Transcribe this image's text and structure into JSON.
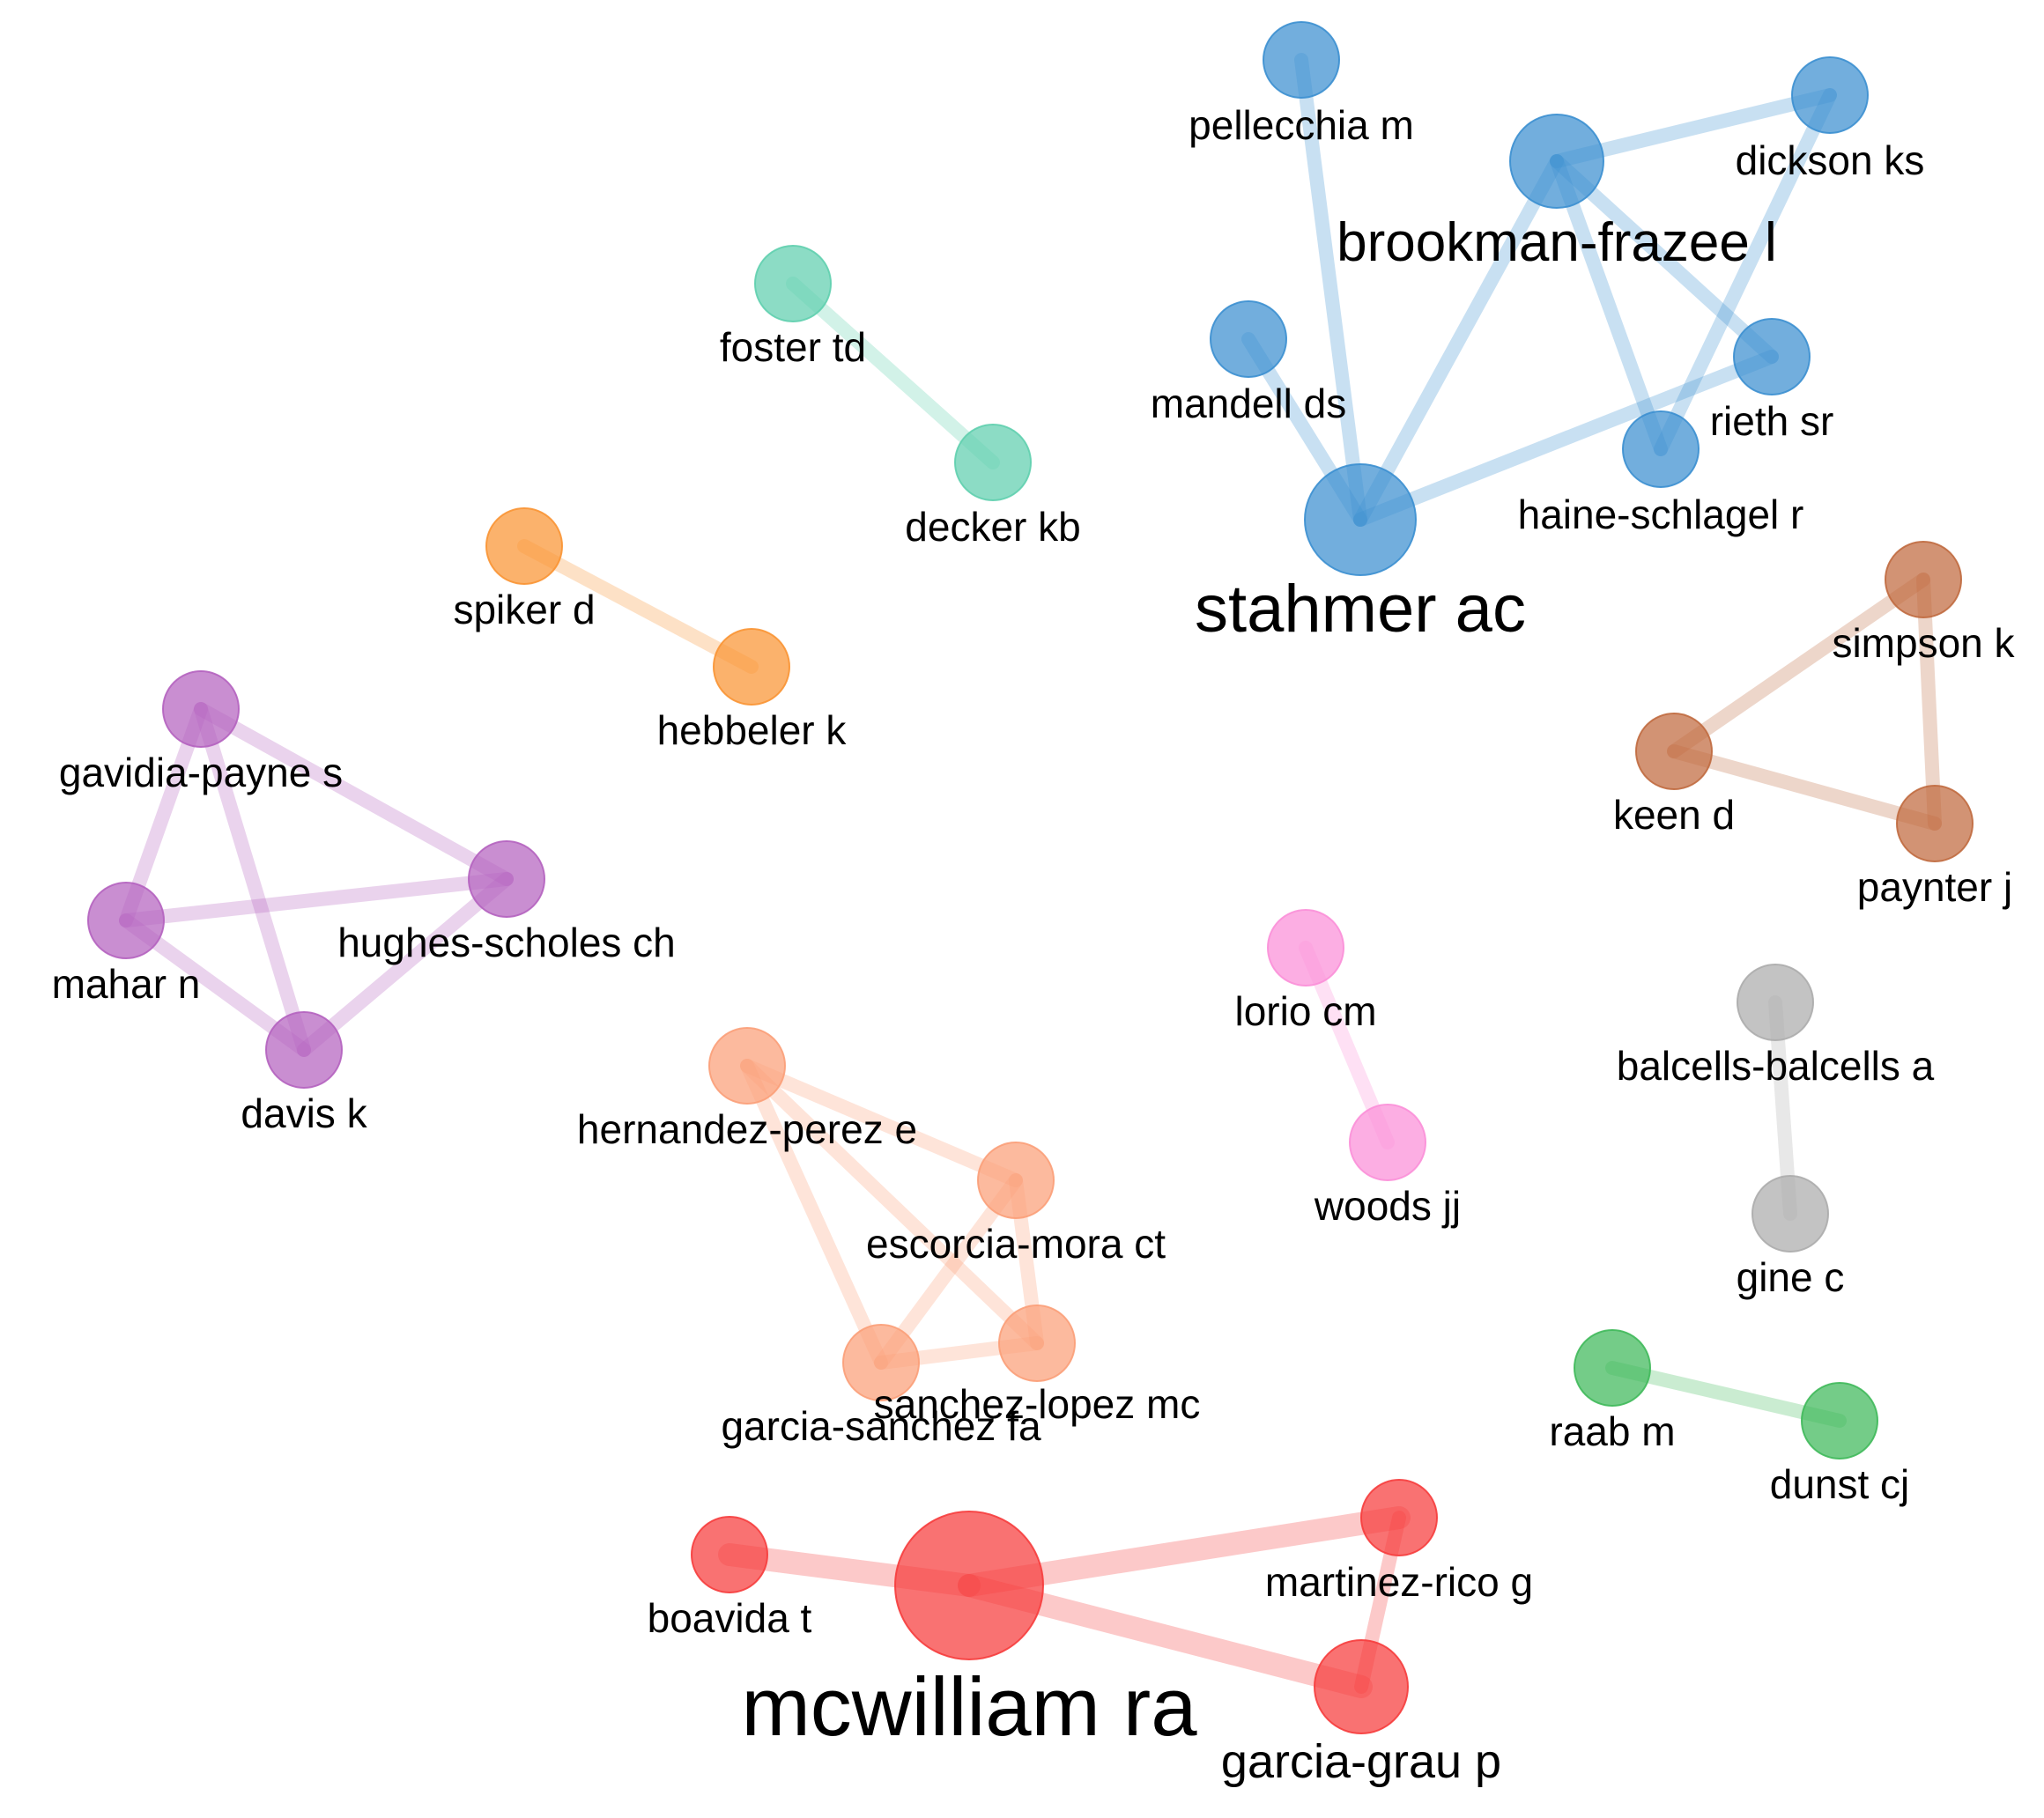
{
  "clusters": [
    {
      "name": "blue",
      "color": "#3b8fd0",
      "nodes": [
        {
          "id": "pellecchia",
          "label": "pellecchia m",
          "size": "small"
        },
        {
          "id": "brookman",
          "label": "brookman-frazee l",
          "size": "medium"
        },
        {
          "id": "dickson",
          "label": "dickson ks",
          "size": "small"
        },
        {
          "id": "mandell",
          "label": "mandell ds",
          "size": "small"
        },
        {
          "id": "rieth",
          "label": "rieth sr",
          "size": "small"
        },
        {
          "id": "haine",
          "label": "haine-schlagel r",
          "size": "small"
        },
        {
          "id": "stahmer",
          "label": "stahmer ac",
          "size": "large"
        }
      ],
      "edges": [
        [
          "pellecchia",
          "stahmer"
        ],
        [
          "mandell",
          "stahmer"
        ],
        [
          "brookman",
          "stahmer"
        ],
        [
          "brookman",
          "dickson"
        ],
        [
          "brookman",
          "rieth"
        ],
        [
          "brookman",
          "haine"
        ],
        [
          "dickson",
          "haine"
        ],
        [
          "stahmer",
          "rieth"
        ]
      ]
    },
    {
      "name": "teal",
      "color": "#5fcfae",
      "nodes": [
        {
          "id": "foster",
          "label": "foster td",
          "size": "small"
        },
        {
          "id": "decker",
          "label": "decker kb",
          "size": "small"
        }
      ],
      "edges": [
        [
          "foster",
          "decker"
        ]
      ]
    },
    {
      "name": "orange",
      "color": "#f99433",
      "nodes": [
        {
          "id": "spiker",
          "label": "spiker d",
          "size": "small"
        },
        {
          "id": "hebbeler",
          "label": "hebbeler k",
          "size": "small"
        }
      ],
      "edges": [
        [
          "spiker",
          "hebbeler"
        ]
      ]
    },
    {
      "name": "brown",
      "color": "#c06a3f",
      "nodes": [
        {
          "id": "simpson",
          "label": "simpson k",
          "size": "small"
        },
        {
          "id": "keen",
          "label": "keen d",
          "size": "small"
        },
        {
          "id": "paynter",
          "label": "paynter j",
          "size": "small"
        }
      ],
      "edges": [
        [
          "simpson",
          "keen"
        ],
        [
          "simpson",
          "paynter"
        ],
        [
          "keen",
          "paynter"
        ]
      ]
    },
    {
      "name": "purple",
      "color": "#b462bf",
      "nodes": [
        {
          "id": "gavidia",
          "label": "gavidia-payne s",
          "size": "small"
        },
        {
          "id": "mahar",
          "label": "mahar n",
          "size": "small"
        },
        {
          "id": "hughes",
          "label": "hughes-scholes ch",
          "size": "small"
        },
        {
          "id": "davis",
          "label": "davis k",
          "size": "small"
        }
      ],
      "edges": [
        [
          "gavidia",
          "hughes"
        ],
        [
          "gavidia",
          "mahar"
        ],
        [
          "gavidia",
          "davis"
        ],
        [
          "mahar",
          "hughes"
        ],
        [
          "mahar",
          "davis"
        ],
        [
          "hughes",
          "davis"
        ]
      ]
    },
    {
      "name": "pink",
      "color": "#fb8fd8",
      "nodes": [
        {
          "id": "lorio",
          "label": "lorio cm",
          "size": "small"
        },
        {
          "id": "woods",
          "label": "woods jj",
          "size": "small"
        }
      ],
      "edges": [
        [
          "lorio",
          "woods"
        ]
      ]
    },
    {
      "name": "gray",
      "color": "#acacac",
      "nodes": [
        {
          "id": "balcells",
          "label": "balcells-balcells a",
          "size": "small"
        },
        {
          "id": "gine",
          "label": "gine c",
          "size": "small"
        }
      ],
      "edges": [
        [
          "balcells",
          "gine"
        ]
      ]
    },
    {
      "name": "salmon",
      "color": "#fb9f78",
      "nodes": [
        {
          "id": "hernandez",
          "label": "hernandez-perez e",
          "size": "small"
        },
        {
          "id": "escorcia",
          "label": "escorcia-mora ct",
          "size": "small"
        },
        {
          "id": "garciasanchez",
          "label": "garcia-sanchez fa",
          "size": "small"
        },
        {
          "id": "sanchez",
          "label": "sanchez-lopez mc",
          "size": "small"
        }
      ],
      "edges": [
        [
          "hernandez",
          "escorcia"
        ],
        [
          "hernandez",
          "garciasanchez"
        ],
        [
          "hernandez",
          "sanchez"
        ],
        [
          "escorcia",
          "garciasanchez"
        ],
        [
          "escorcia",
          "sanchez"
        ],
        [
          "garciasanchez",
          "sanchez"
        ]
      ]
    },
    {
      "name": "green",
      "color": "#3fb95a",
      "nodes": [
        {
          "id": "raab",
          "label": "raab m",
          "size": "small"
        },
        {
          "id": "dunst",
          "label": "dunst cj",
          "size": "small"
        }
      ],
      "edges": [
        [
          "raab",
          "dunst"
        ]
      ]
    },
    {
      "name": "red",
      "color": "#f63c3c",
      "nodes": [
        {
          "id": "boavida",
          "label": "boavida t",
          "size": "small"
        },
        {
          "id": "mcwilliam",
          "label": "mcwilliam ra",
          "size": "xlarge"
        },
        {
          "id": "martinez",
          "label": "martinez-rico g",
          "size": "small"
        },
        {
          "id": "garciagrau",
          "label": "garcia-grau p",
          "size": "medium-small"
        }
      ],
      "edges": [
        [
          "boavida",
          "mcwilliam"
        ],
        [
          "mcwilliam",
          "martinez"
        ],
        [
          "mcwilliam",
          "garciagrau"
        ],
        [
          "martinez",
          "garciagrau"
        ]
      ]
    }
  ]
}
